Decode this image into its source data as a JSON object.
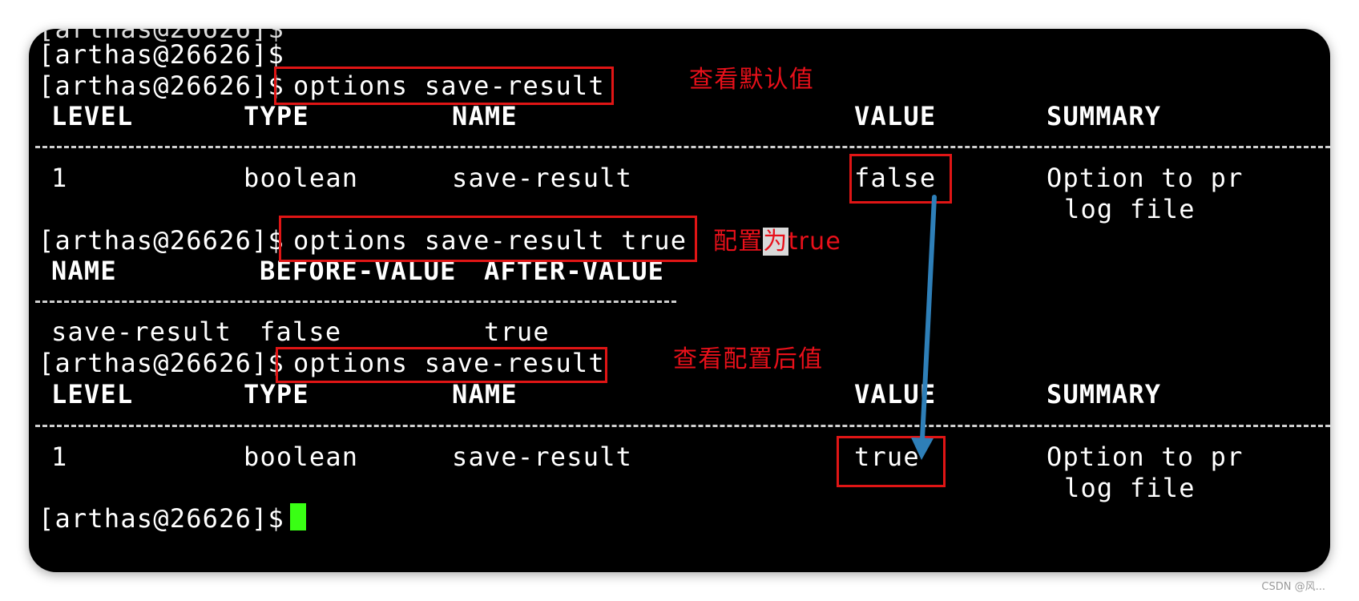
{
  "terminal": {
    "top_partial": "[arthas@26626]$",
    "prompt": "[arthas@26626]$",
    "cmd1": "options save-result",
    "table1": {
      "headers": [
        "LEVEL",
        "TYPE",
        "NAME",
        "VALUE",
        "SUMMARY"
      ],
      "row": [
        "1",
        "boolean",
        "save-result",
        "false",
        "Option to pr"
      ],
      "summary_wrap": "log file"
    },
    "cmd2": "options save-result true",
    "table2": {
      "headers": [
        "NAME",
        "BEFORE-VALUE",
        "AFTER-VALUE"
      ],
      "row": [
        "save-result",
        "false",
        "true"
      ]
    },
    "cmd3": "options save-result",
    "table3": {
      "headers": [
        "LEVEL",
        "TYPE",
        "NAME",
        "VALUE",
        "SUMMARY"
      ],
      "row": [
        "1",
        "boolean",
        "save-result",
        "true",
        "Option to pr"
      ],
      "summary_wrap": "log file"
    }
  },
  "annotations": {
    "note1": "查看默认值",
    "note2_pre": "配置",
    "note2_hl": "为",
    "note2_post": "true",
    "note3": "查看配置后值"
  },
  "colors": {
    "annotation": "#e8101a",
    "cursor": "#39ff14",
    "arrow": "#2e7fb8"
  },
  "watermark": "CSDN @风..."
}
